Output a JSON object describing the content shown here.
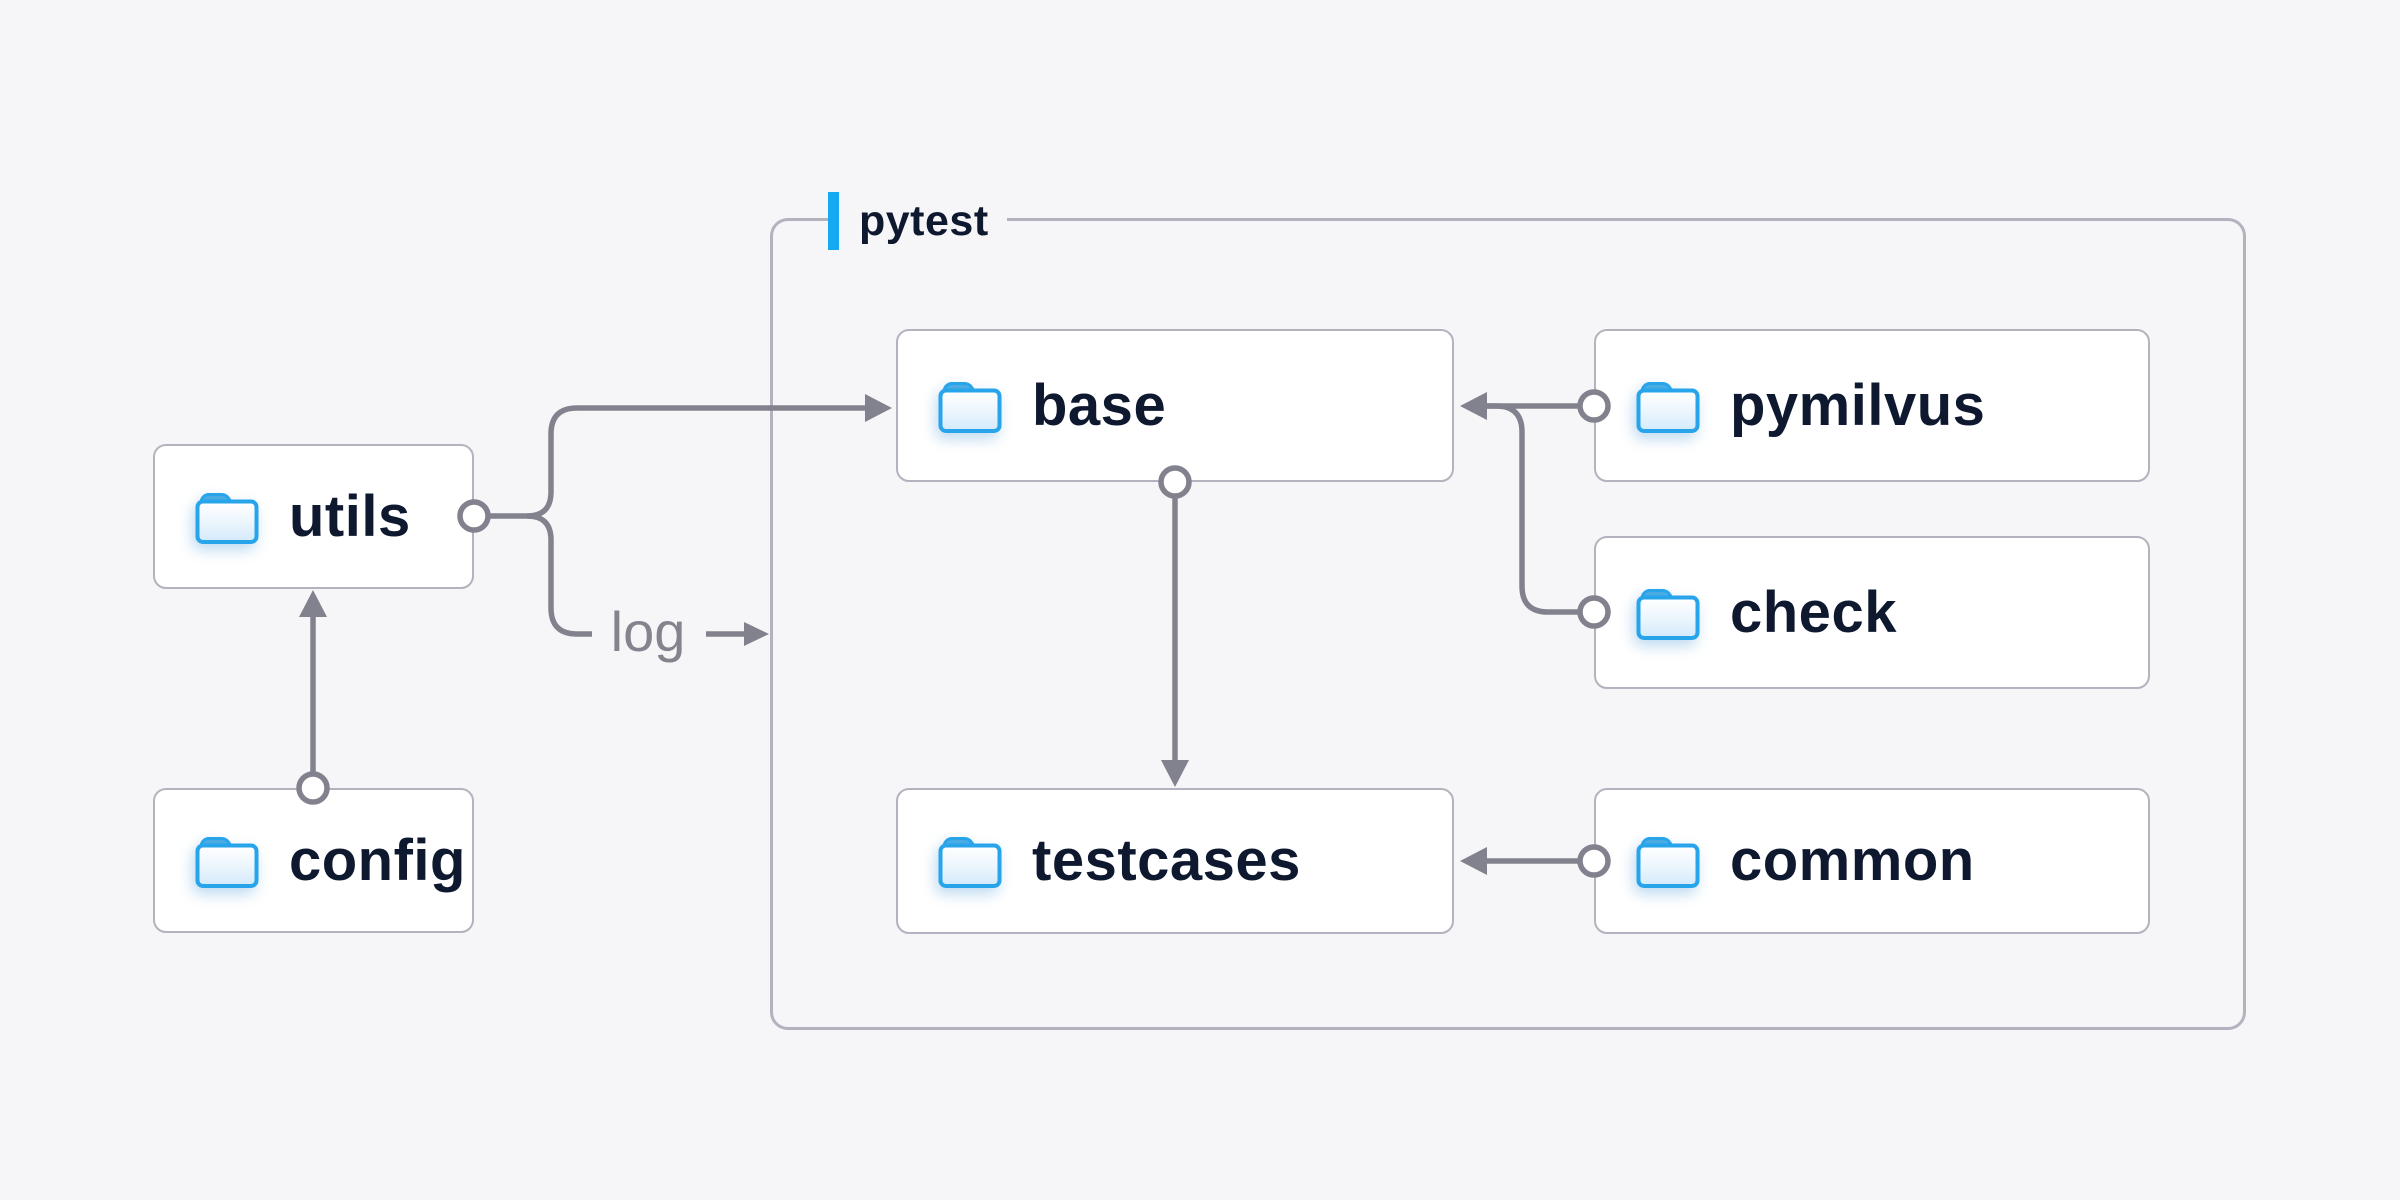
{
  "diagram": {
    "group": {
      "label": "pytest"
    },
    "nodes": [
      {
        "id": "utils",
        "label": "utils",
        "icon": "folder-icon"
      },
      {
        "id": "config",
        "label": "config",
        "icon": "folder-icon"
      },
      {
        "id": "base",
        "label": "base",
        "icon": "folder-icon"
      },
      {
        "id": "pymilvus",
        "label": "pymilvus",
        "icon": "folder-icon"
      },
      {
        "id": "check",
        "label": "check",
        "icon": "folder-icon"
      },
      {
        "id": "testcases",
        "label": "testcases",
        "icon": "folder-icon"
      },
      {
        "id": "common",
        "label": "common",
        "icon": "folder-icon"
      }
    ],
    "edges": [
      {
        "from": "config",
        "to": "utils",
        "type": "arrow"
      },
      {
        "from": "utils",
        "to": "base",
        "type": "arrow"
      },
      {
        "from": "utils",
        "to": "pytest-group",
        "type": "arrow",
        "label": "log"
      },
      {
        "from": "pymilvus",
        "to": "base",
        "type": "arrow"
      },
      {
        "from": "check",
        "to": "base",
        "type": "arrow"
      },
      {
        "from": "base",
        "to": "testcases",
        "type": "arrow"
      },
      {
        "from": "common",
        "to": "testcases",
        "type": "arrow"
      }
    ],
    "edge_label": {
      "text": "log"
    },
    "colors": {
      "page_bg": "#f6f6f8",
      "node_bg": "#ffffff",
      "border_gray": "#b3b3bf",
      "connector_gray": "#82828e",
      "text_navy": "#0e1930",
      "accent_blue": "#14a9f0",
      "folder_stroke_blue": "#27a4ea",
      "folder_tab_blue": "#4babe4",
      "folder_fill_light": "#d6ebfa"
    }
  }
}
